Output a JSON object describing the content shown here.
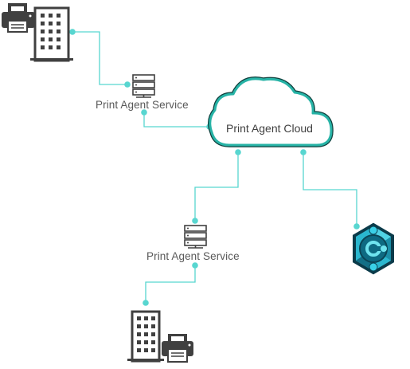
{
  "labels": {
    "service_top": "Print Agent Service",
    "cloud": "Print Agent Cloud",
    "service_bottom": "Print Agent Service"
  },
  "icons": {
    "site_top": [
      "printer-icon",
      "office-building-icon"
    ],
    "server_top": "server-icon",
    "cloud": "cloud-icon",
    "server_bottom": "server-icon",
    "business_central": "business-central-logo-icon",
    "site_bottom": [
      "office-building-icon",
      "printer-icon"
    ]
  },
  "colors": {
    "connector": "#58d6d0",
    "icon_dark": "#404040",
    "cloud_outline": "#23a99a",
    "logo_dark": "#0b556a",
    "logo_mid": "#1a7f96",
    "logo_light": "#35c8dc"
  }
}
